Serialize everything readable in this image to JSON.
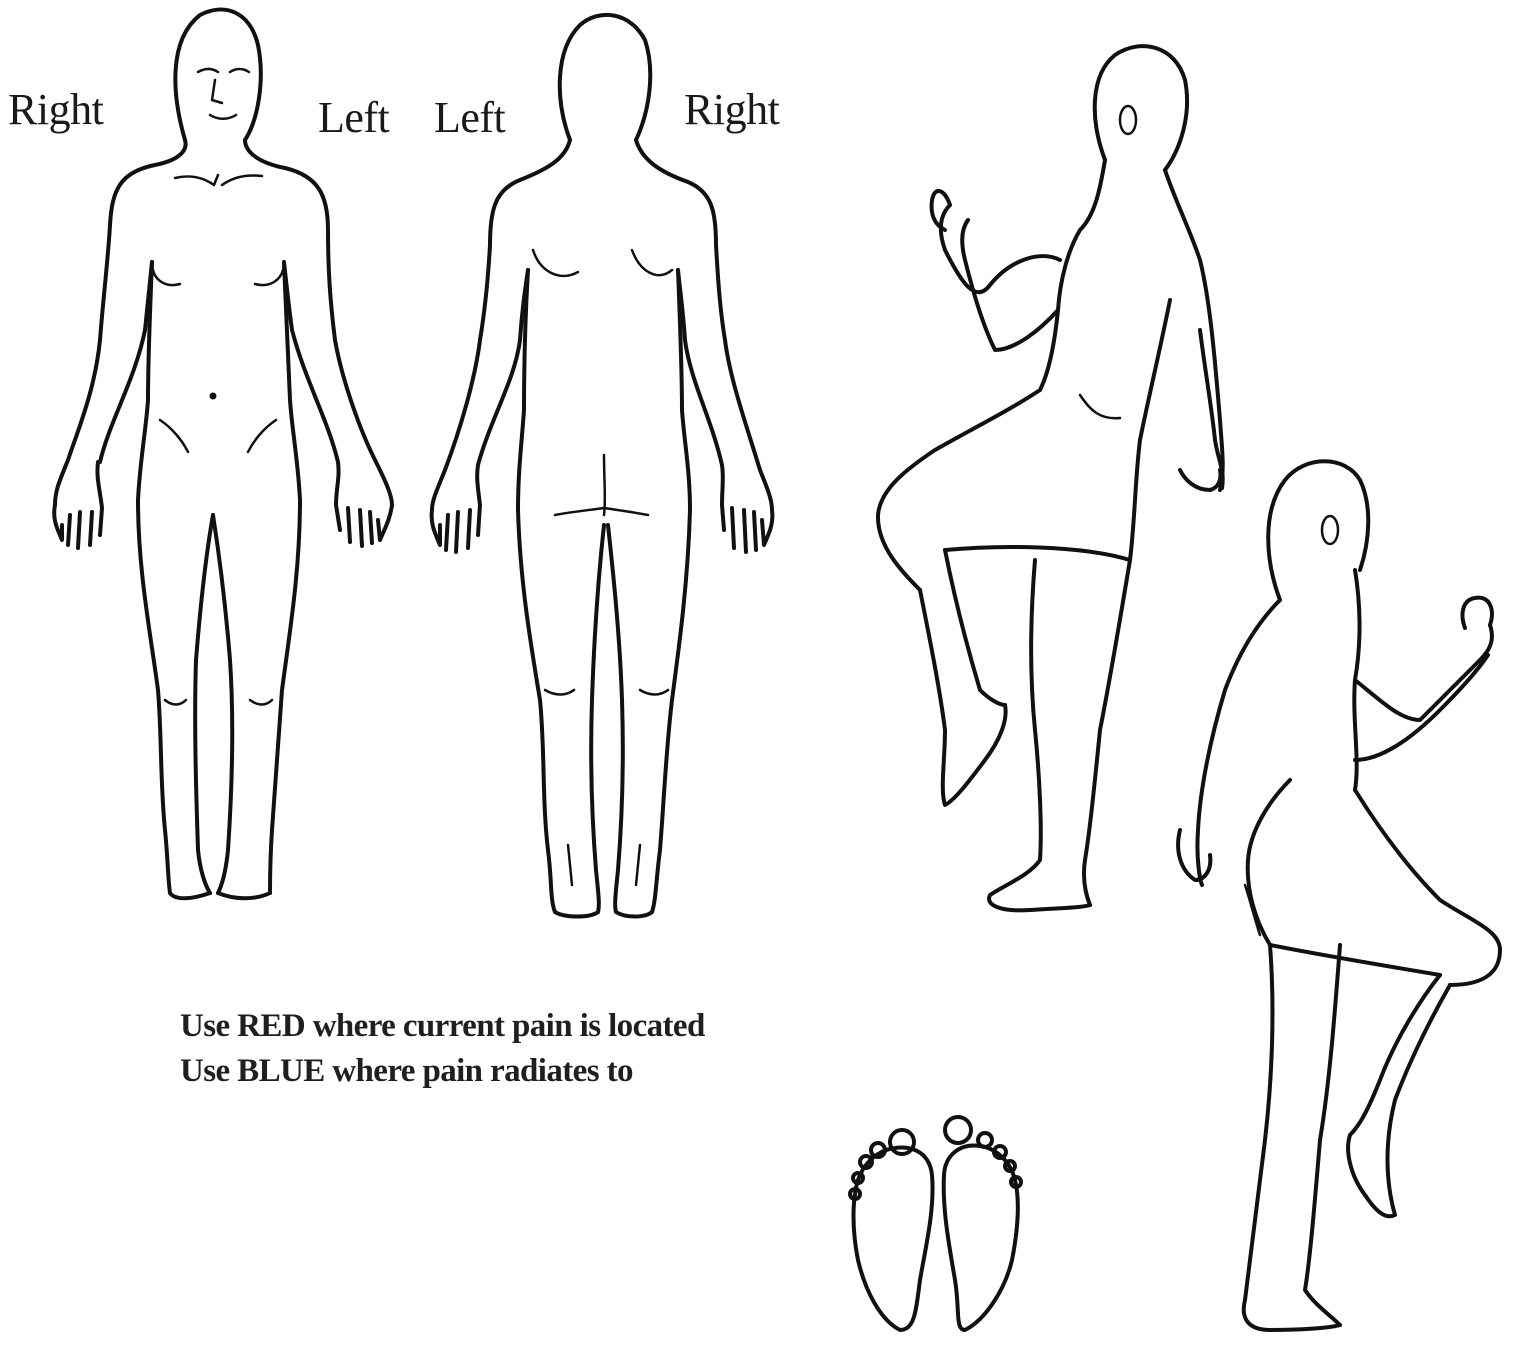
{
  "front_view": {
    "right_label": "Right",
    "left_label": "Left"
  },
  "back_view": {
    "left_label": "Left",
    "right_label": "Right"
  },
  "instructions": {
    "red_line": "Use RED where current pain is located",
    "blue_line": "Use BLUE where pain radiates to"
  }
}
